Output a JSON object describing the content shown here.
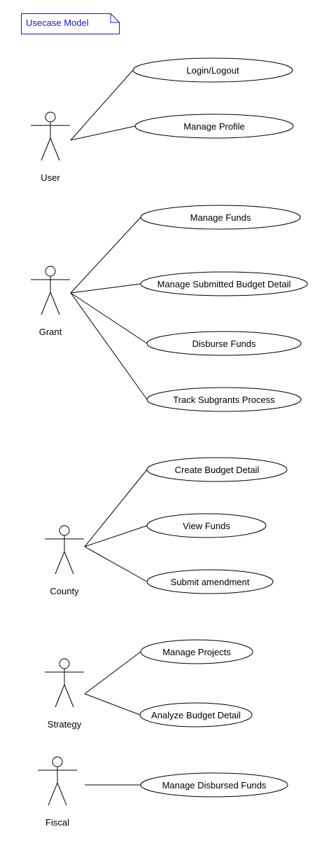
{
  "title": "Usecase Model",
  "actors": [
    {
      "name": "User",
      "use_cases": [
        "Login/Logout",
        "Manage Profile"
      ]
    },
    {
      "name": "Grant",
      "use_cases": [
        "Manage Funds",
        "Manage Submitted Budget Detail",
        "Disburse Funds",
        "Track Subgrants Process"
      ]
    },
    {
      "name": "County",
      "use_cases": [
        "Create Budget Detail",
        "View Funds",
        "Submit amendment"
      ]
    },
    {
      "name": "Strategy",
      "use_cases": [
        "Manage Projects",
        "Analyze Budget Detail"
      ]
    },
    {
      "name": "Fiscal",
      "use_cases": [
        "Manage Disbursed Funds"
      ]
    }
  ]
}
